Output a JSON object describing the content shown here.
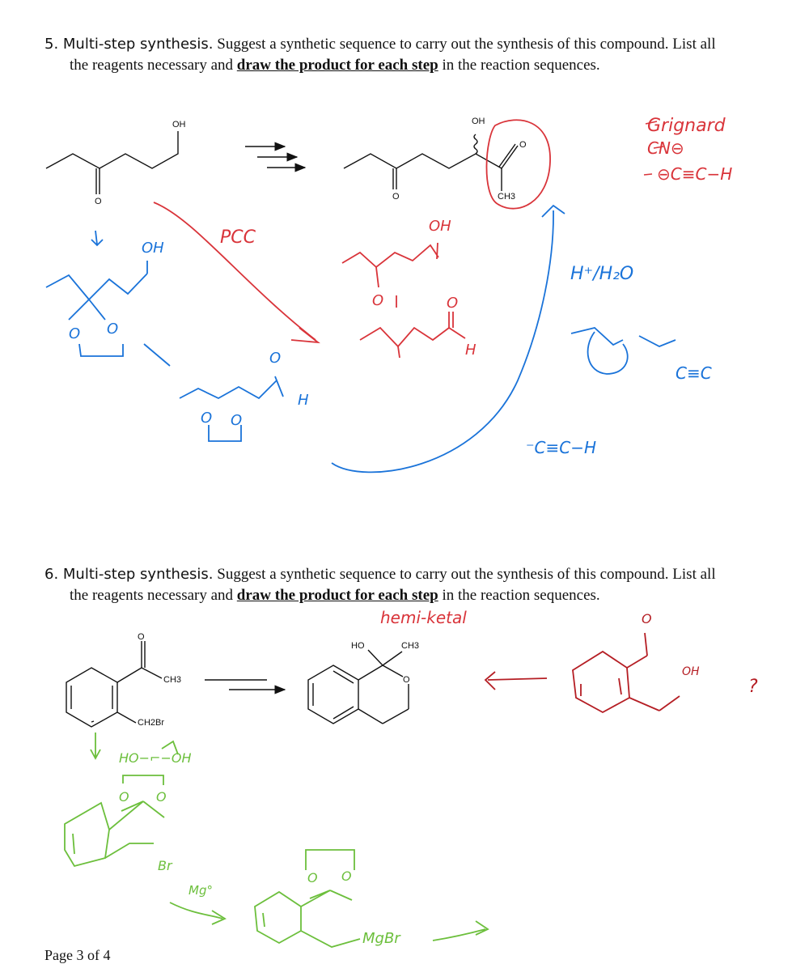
{
  "problem5": {
    "label": "5. Multi-step synthesis.",
    "text_a": "Suggest a synthetic sequence to carry out the synthesis of this compound.  List all",
    "text_b": "the reagents necessary and",
    "emphasis": "draw the product for each step",
    "text_c": "in the reaction sequences."
  },
  "problem6": {
    "label": "6. Multi-step synthesis.",
    "text_a": "Suggest a synthetic sequence to carry out the synthesis of this compound.  List all",
    "text_b": "the reagents necessary and",
    "emphasis": "draw the product for each step",
    "text_c": "in the reaction sequences."
  },
  "structure_labels": {
    "oh": "OH",
    "o": "O",
    "ch3": "CH3",
    "ch2br": "CH2Br",
    "ho": "HO"
  },
  "annotations": {
    "grignard": "Grignard",
    "cn": "CN⊖",
    "acetylide": "⊖C≡C−H",
    "pcc": "PCC",
    "acid_water": "H⁺/H₂O",
    "alkyne_end": "C≡C",
    "acetylide2": "⁻C≡C−H",
    "hemiketal": "hemi-ketal",
    "question": "?",
    "mg": "Mg°",
    "mgbr": "MgBr",
    "br": "Br",
    "diol": "HO−⌐−OH",
    "oh_red": "OH",
    "h": "H"
  },
  "colors": {
    "red": "#d9343a",
    "blue": "#1a73d9",
    "green": "#6cbf3c",
    "darkred": "#b51e24",
    "ink": "#111111"
  },
  "footer": "Page 3 of 4"
}
